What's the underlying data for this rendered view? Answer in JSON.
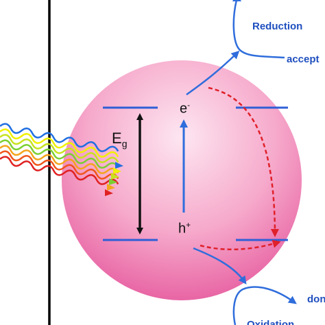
{
  "labels": {
    "reduction": "Reduction",
    "acceptor": "accept",
    "donor": "don",
    "oxidation": "Oxidation",
    "band_gap_main": "E",
    "band_gap_sub": "g",
    "electron_main": "e",
    "electron_sup": "-",
    "hole_main": "h",
    "hole_sup": "+"
  },
  "colors": {
    "particle_top": "#fde6f1",
    "particle_bottom": "#ea6ca8",
    "band_line": "#2f5fd6",
    "arrow_blue": "#2f6ddc",
    "recombination": "#e0202a",
    "text_blue": "#1f4fbf",
    "light_waves": [
      "#f0f000",
      "#c8e21e",
      "#7ccf32",
      "#f3a51c",
      "#f0561b",
      "#e02121",
      "#e0202a"
    ]
  },
  "icons": {
    "light": "wavy-light-rays-icon"
  }
}
